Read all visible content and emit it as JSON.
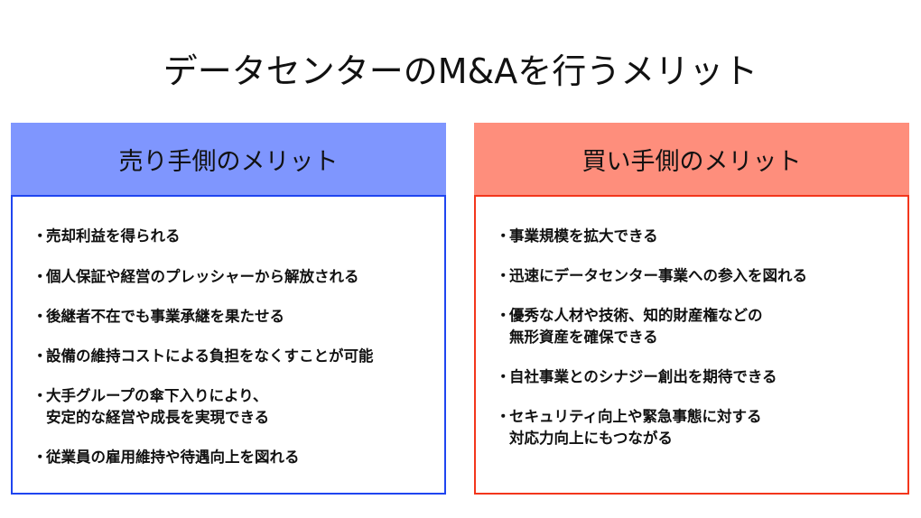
{
  "title": "データセンターのM&Aを行うメリット",
  "seller": {
    "heading": "売り手側のメリット",
    "color_header": "#7f96fe",
    "color_border": "#1f45f0",
    "items": [
      {
        "bullet": "・",
        "line1": "売却利益を得られる",
        "line2": ""
      },
      {
        "bullet": "・",
        "line1": "個人保証や経営のプレッシャーから解放される",
        "line2": ""
      },
      {
        "bullet": "・",
        "line1": "後継者不在でも事業承継を果たせる",
        "line2": ""
      },
      {
        "bullet": "・",
        "line1": "設備の維持コストによる負担をなくすことが可能",
        "line2": ""
      },
      {
        "bullet": "・",
        "line1": "大手グループの傘下入りにより、",
        "line2": "安定的な経営や成長を実現できる"
      },
      {
        "bullet": "・",
        "line1": "従業員の雇用維持や待遇向上を図れる",
        "line2": ""
      }
    ]
  },
  "buyer": {
    "heading": "買い手側のメリット",
    "color_header": "#fe8e7c",
    "color_border": "#f3361c",
    "items": [
      {
        "bullet": "・",
        "line1": "事業規模を拡大できる",
        "line2": ""
      },
      {
        "bullet": "・",
        "line1": "迅速にデータセンター事業への参入を図れる",
        "line2": ""
      },
      {
        "bullet": "・",
        "line1": "優秀な人材や技術、知的財産権などの",
        "line2": "無形資産を確保できる"
      },
      {
        "bullet": "・",
        "line1": "自社事業とのシナジー創出を期待できる",
        "line2": ""
      },
      {
        "bullet": "・",
        "line1": "セキュリティ向上や緊急事態に対する",
        "line2": "対応力向上にもつながる"
      }
    ]
  }
}
